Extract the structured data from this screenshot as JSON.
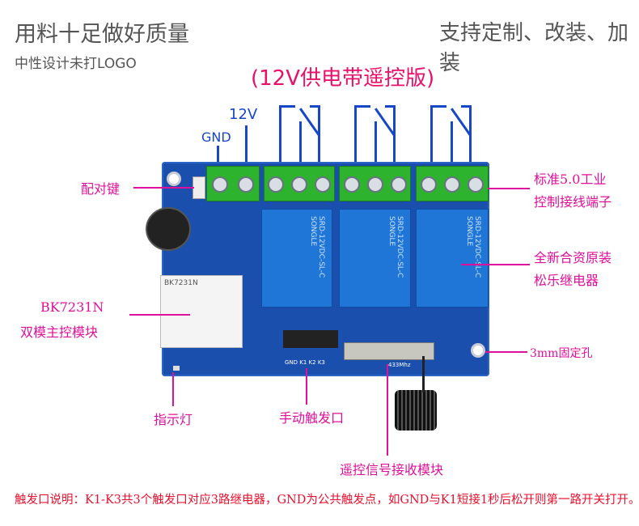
{
  "header": {
    "left_title": "用料十足做好质量",
    "left_sub": "中性设计未打LOGO",
    "right_title": "支持定制、改装、加装",
    "center_title": "(12V供电带遥控版)"
  },
  "wires": {
    "gnd": "GND",
    "v12": "12V"
  },
  "board": {
    "relay_text": "SRD-12VDC-SL-C",
    "relay_brand": "SONGLE",
    "header_pins": "GND K1 K2 K3",
    "freq": "433Mhz",
    "module_text": "BK7231N"
  },
  "callouts": {
    "pair_key": "配对键",
    "terminal_1": "标准5.0工业",
    "terminal_2": "控制接线端子",
    "relay_1": "全新合资原装",
    "relay_2": "松乐继电器",
    "module_1": "BK7231N",
    "module_2": "双模主控模块",
    "hole": "3mm固定孔",
    "indicator": "指示灯",
    "manual": "手动触发口",
    "remote": "遥控信号接收模块"
  },
  "footer": {
    "note": "触发口说明：K1-K3共3个触发口对应3路继电器，GND为公共触发点，如GND与K1短接1秒后松开则第一路开关打开。"
  },
  "colors": {
    "accent": "#e0109a",
    "board": "#1b4fae",
    "terminal": "#2db32d",
    "relay": "#1f76d6"
  }
}
